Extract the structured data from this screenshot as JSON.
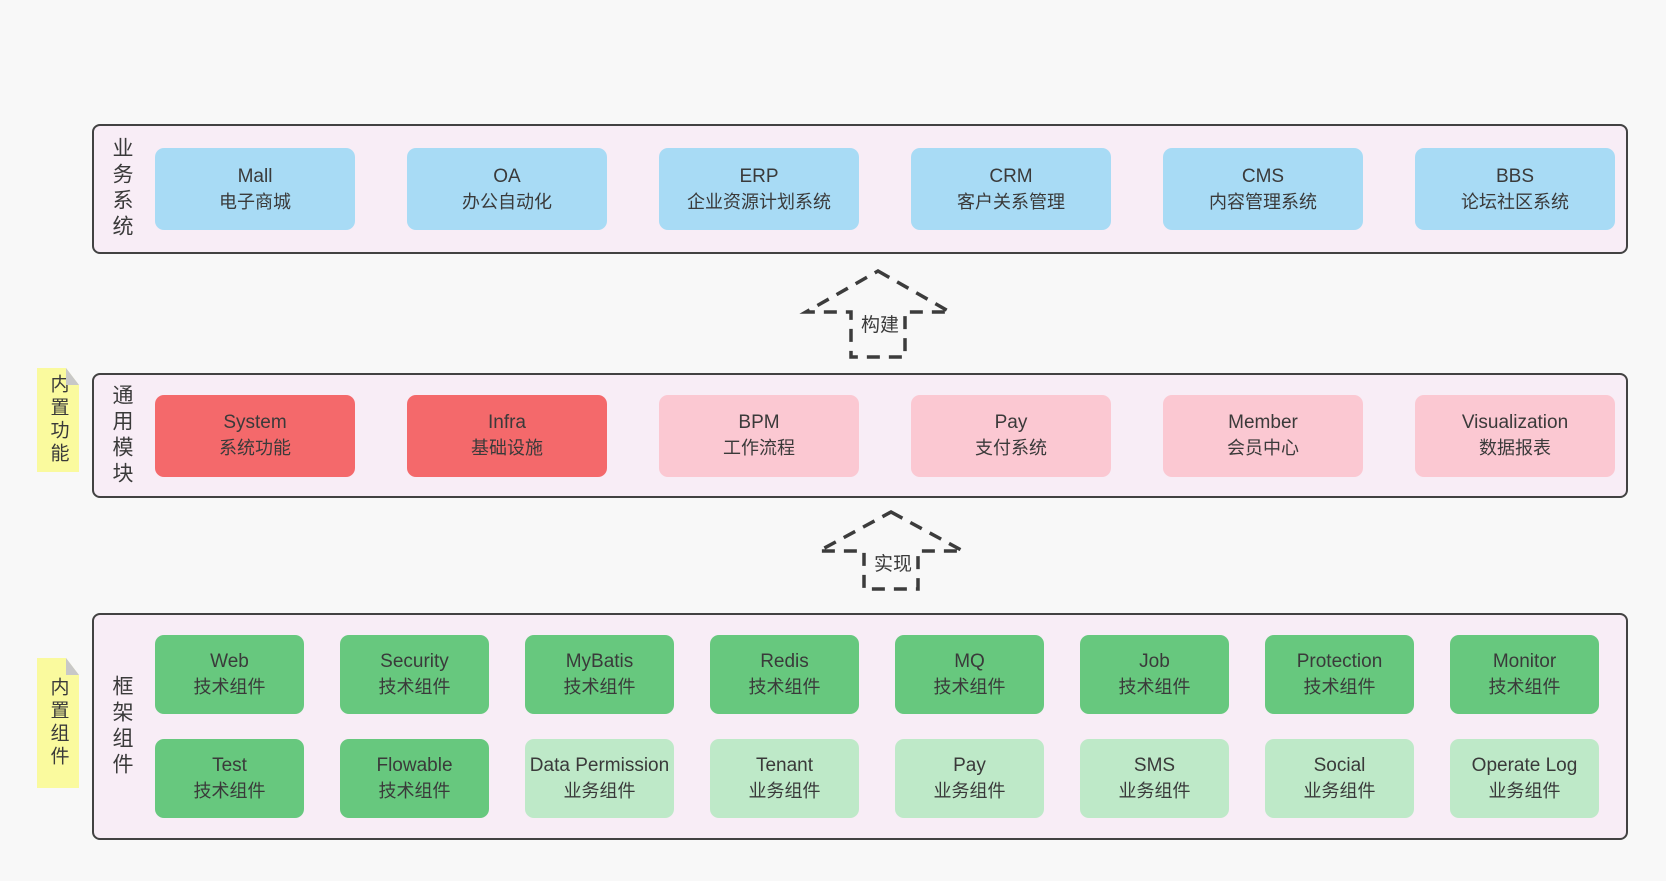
{
  "colors": {
    "page_bg": "#f8f8f8",
    "section_bg": "#f8edf6",
    "section_border": "#424242",
    "blue": "#a8dbf5",
    "red": "#f4696b",
    "pink": "#fbc8d2",
    "green": "#67c87e",
    "green_light": "#bee9c8",
    "sticky_yellow": "#fafa9e",
    "sticky_fold": "#c8c8c8",
    "text": "#3a3a3a"
  },
  "sections": [
    {
      "id": "business-systems",
      "label": "业务系统",
      "rows": [
        [
          {
            "name": "Mall",
            "desc": "电子商城",
            "variant": "blue"
          },
          {
            "name": "OA",
            "desc": "办公自动化",
            "variant": "blue"
          },
          {
            "name": "ERP",
            "desc": "企业资源计划系统",
            "variant": "blue"
          },
          {
            "name": "CRM",
            "desc": "客户关系管理",
            "variant": "blue"
          },
          {
            "name": "CMS",
            "desc": "内容管理系统",
            "variant": "blue"
          },
          {
            "name": "BBS",
            "desc": "论坛社区系统",
            "variant": "blue"
          }
        ]
      ]
    },
    {
      "id": "common-modules",
      "label": "通用模块",
      "sticky": "内置功能",
      "rows": [
        [
          {
            "name": "System",
            "desc": "系统功能",
            "variant": "red"
          },
          {
            "name": "Infra",
            "desc": "基础设施",
            "variant": "red"
          },
          {
            "name": "BPM",
            "desc": "工作流程",
            "variant": "pink"
          },
          {
            "name": "Pay",
            "desc": "支付系统",
            "variant": "pink"
          },
          {
            "name": "Member",
            "desc": "会员中心",
            "variant": "pink"
          },
          {
            "name": "Visualization",
            "desc": "数据报表",
            "variant": "pink"
          }
        ]
      ]
    },
    {
      "id": "framework-components",
      "label": "框架组件",
      "sticky": "内置组件",
      "rows": [
        [
          {
            "name": "Web",
            "desc": "技术组件",
            "variant": "green"
          },
          {
            "name": "Security",
            "desc": "技术组件",
            "variant": "green"
          },
          {
            "name": "MyBatis",
            "desc": "技术组件",
            "variant": "green"
          },
          {
            "name": "Redis",
            "desc": "技术组件",
            "variant": "green"
          },
          {
            "name": "MQ",
            "desc": "技术组件",
            "variant": "green"
          },
          {
            "name": "Job",
            "desc": "技术组件",
            "variant": "green"
          },
          {
            "name": "Protection",
            "desc": "技术组件",
            "variant": "green"
          },
          {
            "name": "Monitor",
            "desc": "技术组件",
            "variant": "green"
          }
        ],
        [
          {
            "name": "Test",
            "desc": "技术组件",
            "variant": "green"
          },
          {
            "name": "Flowable",
            "desc": "技术组件",
            "variant": "green"
          },
          {
            "name": "Data Permission",
            "desc": "业务组件",
            "variant": "green-light"
          },
          {
            "name": "Tenant",
            "desc": "业务组件",
            "variant": "green-light"
          },
          {
            "name": "Pay",
            "desc": "业务组件",
            "variant": "green-light"
          },
          {
            "name": "SMS",
            "desc": "业务组件",
            "variant": "green-light"
          },
          {
            "name": "Social",
            "desc": "业务组件",
            "variant": "green-light"
          },
          {
            "name": "Operate Log",
            "desc": "业务组件",
            "variant": "green-light"
          }
        ]
      ]
    }
  ],
  "arrows": [
    {
      "label": "构建"
    },
    {
      "label": "实现"
    }
  ]
}
